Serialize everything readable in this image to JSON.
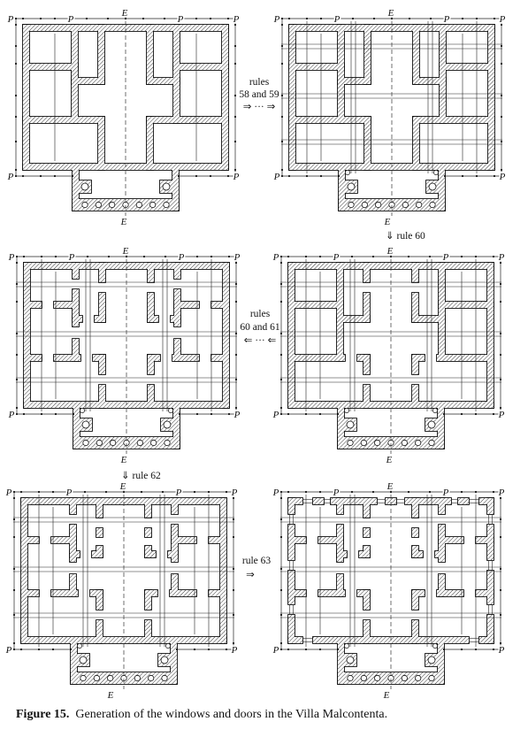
{
  "figure": {
    "caption_label": "Figure 15.",
    "caption_text": "Generation of the windows and doors in the Villa Malcontenta."
  },
  "plans": [
    {
      "top_labels": [
        "P",
        "P",
        "E",
        "P",
        "P"
      ],
      "bottom_labels": [
        "P",
        "P"
      ],
      "bottom_axis_label": "E"
    },
    {
      "top_labels": [
        "P",
        "P",
        "E",
        "P",
        "P"
      ],
      "bottom_labels": [
        "P",
        "P"
      ],
      "bottom_axis_label": "E"
    },
    {
      "top_labels": [
        "P",
        "P",
        "E",
        "P",
        "P"
      ],
      "bottom_labels": [
        "P",
        "P"
      ],
      "bottom_axis_label": "E"
    },
    {
      "top_labels": [
        "P",
        "P",
        "E",
        "P",
        "P"
      ],
      "bottom_labels": [
        "P",
        "P"
      ],
      "bottom_axis_label": "E"
    },
    {
      "top_labels": [
        "P",
        "P",
        "E",
        "P",
        "P"
      ],
      "bottom_labels": [
        "P",
        "P"
      ],
      "bottom_axis_label": "E"
    },
    {
      "top_labels": [
        "P",
        "P",
        "E",
        "P",
        "P"
      ],
      "bottom_labels": [
        "P",
        "P"
      ],
      "bottom_axis_label": "E"
    }
  ],
  "transitions": [
    {
      "lines": [
        "rules",
        "58 and 59",
        "⇒ ··· ⇒"
      ]
    },
    {
      "lines": [
        "⇓ rule 60"
      ]
    },
    {
      "lines": [
        "rules",
        "60 and 61",
        "⇐ ··· ⇐"
      ]
    },
    {
      "lines": [
        "⇓ rule 62"
      ]
    },
    {
      "lines": [
        "rule 63",
        "⇒"
      ]
    }
  ],
  "colors": {
    "ink": "#111111",
    "paper": "#ffffff"
  }
}
